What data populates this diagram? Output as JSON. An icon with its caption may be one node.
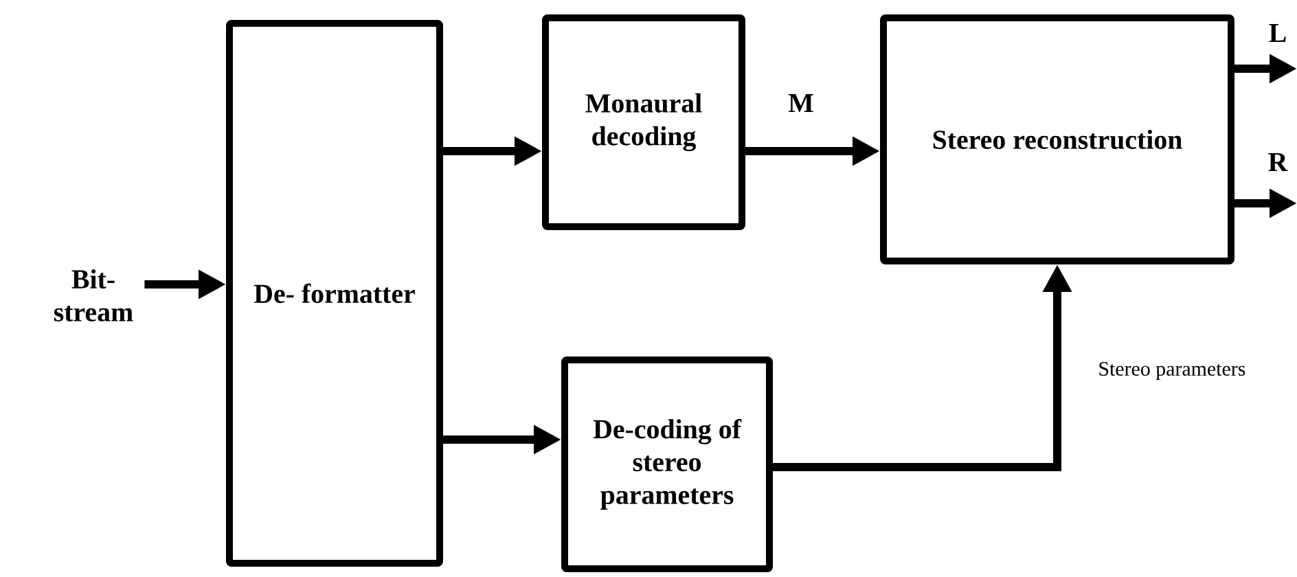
{
  "diagram": {
    "nodes": [
      {
        "text": [
          "Bit- stream"
        ]
      },
      {
        "text": [
          "De- formatter"
        ]
      },
      {
        "text": [
          "Monaural decoding"
        ]
      },
      {
        "text": [
          "Stereo reconstruction"
        ]
      },
      {
        "text": [
          "De-coding of stereo parameters"
        ]
      }
    ],
    "edges": [
      {
        "from": 0,
        "to": 1,
        "arrow": "to"
      },
      {
        "from": 1,
        "to": 2,
        "arrow": "to"
      },
      {
        "from": 1,
        "to": 4,
        "arrow": "to"
      },
      {
        "from": 2,
        "to": 3,
        "arrow": "to",
        "label": "M"
      },
      {
        "from": 4,
        "to": 3,
        "arrow": "to",
        "label": "Stereo parameters"
      },
      {
        "from": 3,
        "to": null,
        "arrow": "to",
        "label": "L"
      },
      {
        "from": 3,
        "to": null,
        "arrow": "to",
        "label": "R"
      }
    ]
  }
}
